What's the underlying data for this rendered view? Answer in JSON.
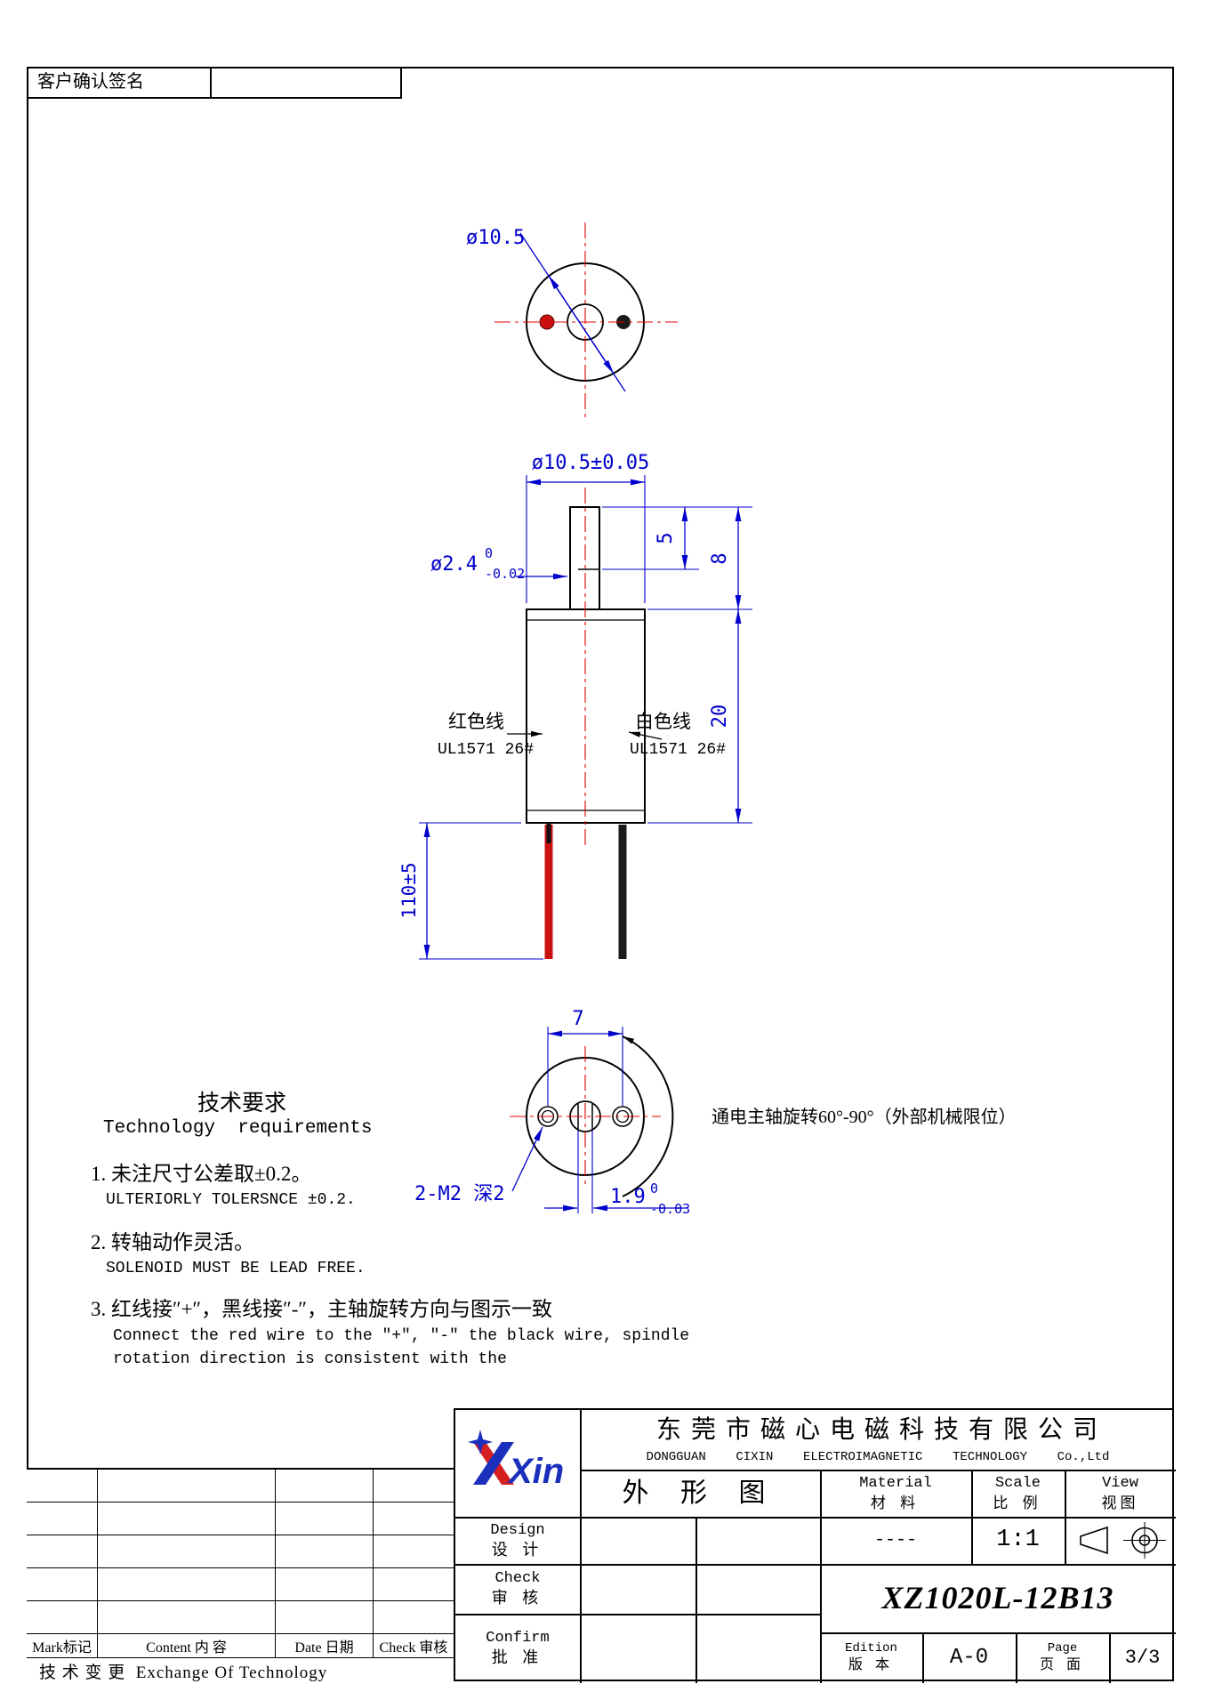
{
  "page": {
    "customer_sign_label": "客户确认签名"
  },
  "top_view": {
    "dim_outer_diameter": "ø10.5"
  },
  "front_view": {
    "dim_body_diameter": "ø10.5±0.05",
    "dim_shaft_diameter": "ø2.4",
    "dim_shaft_tol_upper": "0",
    "dim_shaft_tol_lower": "-0.02",
    "dim_flat_length": "5",
    "dim_shaft_length": "8",
    "dim_body_length": "20",
    "dim_wire_length": "110±5",
    "red_wire_name": "红色线",
    "red_wire_spec": "UL1571 26#",
    "white_wire_name": "白色线",
    "white_wire_spec": "UL1571 26#"
  },
  "bottom_view": {
    "dim_hole_pitch": "7",
    "thread_callout": "2-M2 深2",
    "dim_slot_width": "1.9",
    "dim_slot_tol_upper": "0",
    "dim_slot_tol_lower": "-0.03",
    "rotation_note": "通电主轴旋转60°-90°（外部机械限位）"
  },
  "tech_requirements": {
    "title_cn": "技术要求",
    "title_en": "Technology  requirements",
    "item1_cn": "1. 未注尺寸公差取±0.2。",
    "item1_en": "ULTERIORLY TOLERSNCE ±0.2.",
    "item2_cn": "2. 转轴动作灵活。",
    "item2_en": "SOLENOID MUST BE LEAD FREE.",
    "item3_cn": "3. 红线接″+″，黑线接″-″，主轴旋转方向与图示一致",
    "item3_en_line1": "Connect the red wire to the ″+″, ″-″ the black wire, spindle",
    "item3_en_line2": "rotation direction is consistent with the"
  },
  "title_block": {
    "logo_text": "Xin",
    "company_cn": "东 莞 市 磁 心 电 磁 科 技 有 限 公 司",
    "company_en": "DONGGUAN    CIXIN    ELECTROIMAGNETIC    TECHNOLOGY    Co.,Ltd",
    "drawing_type": "外 形 图",
    "material_label_en": "Material",
    "material_label_cn": "材  料",
    "material_value": "----",
    "scale_label_en": "Scale",
    "scale_label_cn": "比 例",
    "scale_value": "1:1",
    "view_label_en": "View",
    "view_label_cn": "视图",
    "design_label_en": "Design",
    "design_label_cn": "设 计",
    "check_label_en": "Check",
    "check_label_cn": "审 核",
    "confirm_label_en": "Confirm",
    "confirm_label_cn": "批 准",
    "part_number": "XZ1020L-12B13",
    "edition_label_en": "Edition",
    "edition_label_cn": "版 本",
    "edition_value": "A-0",
    "page_label_en": "Page",
    "page_label_cn": "页 面",
    "page_value": "3/3"
  },
  "revision_table": {
    "col_mark": "Mark标记",
    "col_content": "Content 内 容",
    "col_date": "Date 日期",
    "col_check": "Check 审核",
    "footer": "技 术 变 更  Exchange Of Technology"
  },
  "colors": {
    "dimension_blue": "#0000cd",
    "centerline_red": "#e60000",
    "outline_black": "#000000",
    "wire_red": "#cc1111",
    "wire_black": "#1b1b1b"
  }
}
